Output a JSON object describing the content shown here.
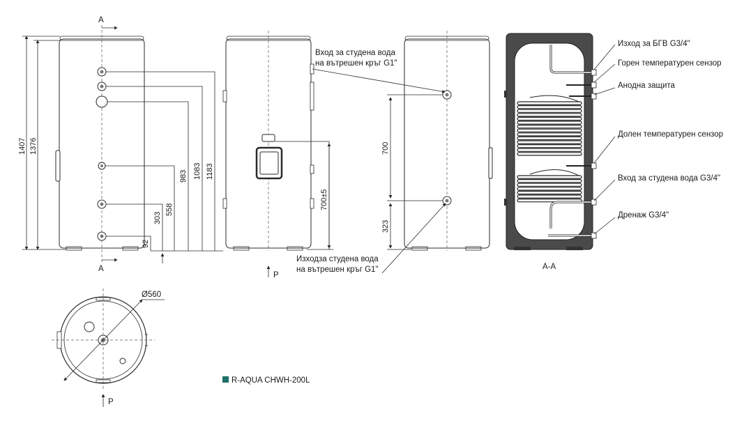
{
  "section_marks": {
    "a": "A",
    "p": "P",
    "section_caption": "A-A"
  },
  "front_dims": {
    "d1407": "1407",
    "d1376": "1376",
    "d1183": "1183",
    "d1083": "1083",
    "d983": "983",
    "d558": "558",
    "d303": "303",
    "d92": "92"
  },
  "side_dims": {
    "d700pm5": "700±5"
  },
  "back_dims": {
    "d700": "700",
    "d323": "323"
  },
  "back_labels": {
    "inlet_line1": "Вход за студена вода",
    "inlet_line2": "на вътрешен кръг G1\"",
    "outlet_line1": "Изходза студена вода",
    "outlet_line2": "на вътрешен кръг G1\""
  },
  "section_labels": {
    "dhw_out": "Изход за БГВ G3/4\"",
    "upper_sensor": "Горен температурен сензор",
    "anode": "Анодна защита",
    "lower_sensor": "Долен температурен сензор",
    "cold_in": "Вход за студена вода G3/4\"",
    "drain": "Дренаж G3/4\""
  },
  "top_view": {
    "diameter": "Ø560"
  },
  "model": {
    "label": "R-AQUA CHWH-200L",
    "color": "#1f6f6a"
  }
}
